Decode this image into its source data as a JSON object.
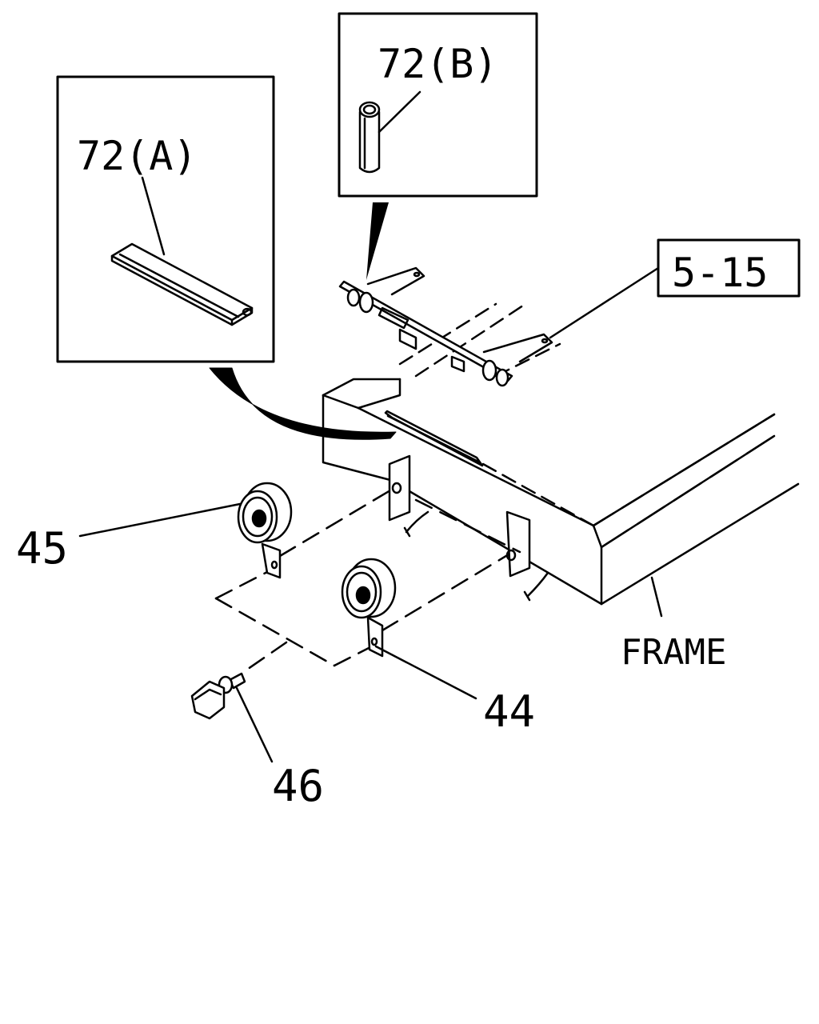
{
  "diagram": {
    "callouts": {
      "inset_a": "72(A)",
      "inset_b": "72(B)",
      "ref_box": "5-15",
      "horn_low": "45",
      "horn_high": "44",
      "bolt": "46",
      "frame": "FRAME"
    },
    "colors": {
      "ink": "#000000",
      "paper": "#ffffff",
      "grey": "#cfcfcf"
    }
  }
}
